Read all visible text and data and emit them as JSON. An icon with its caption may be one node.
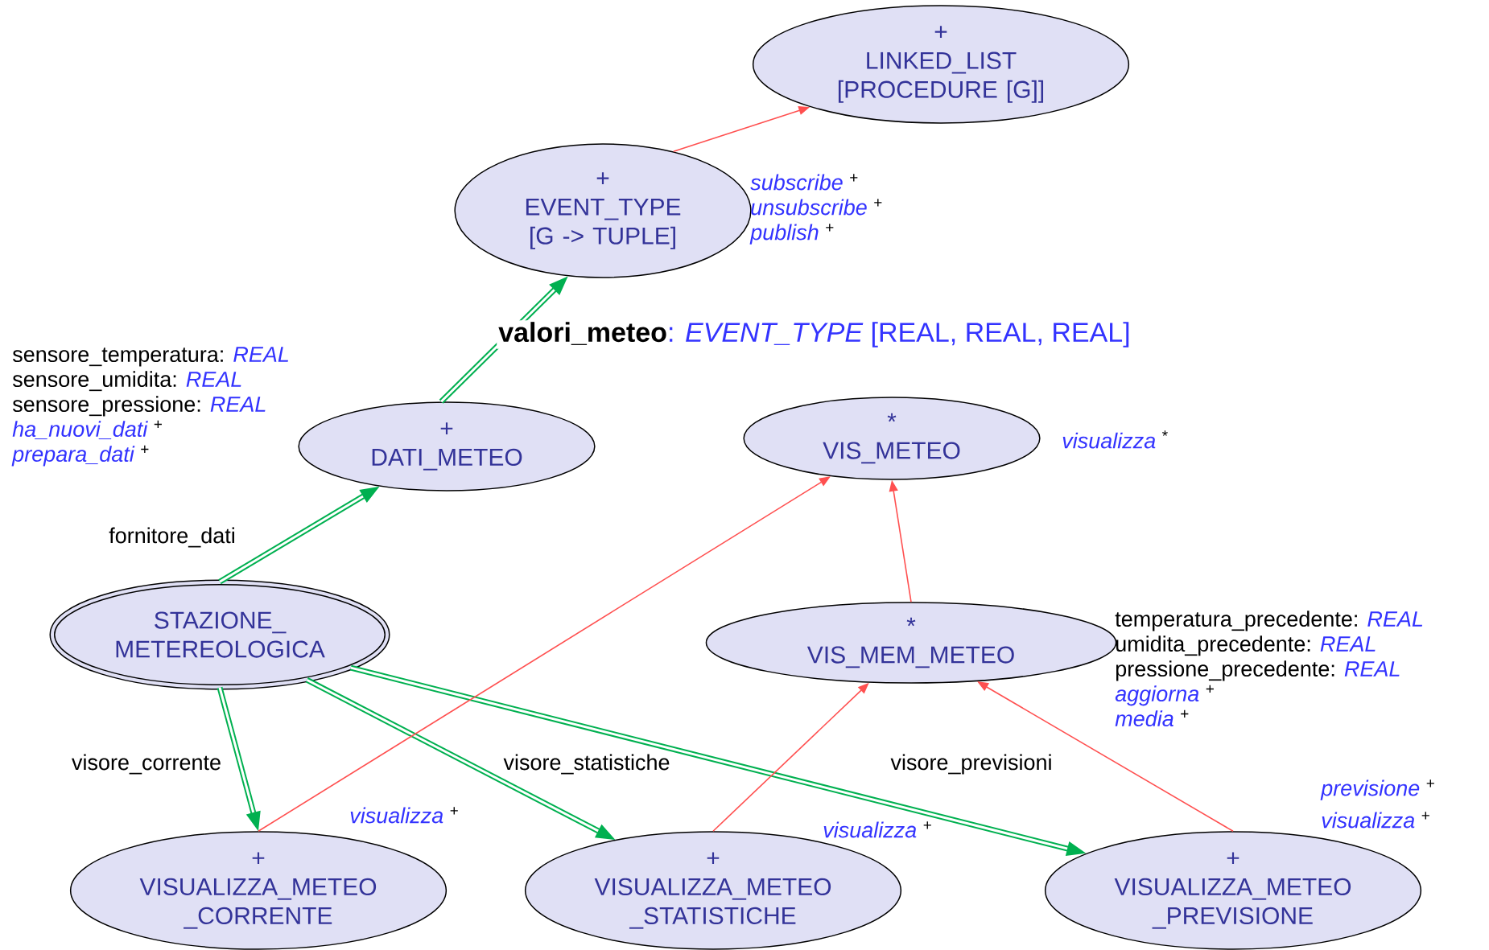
{
  "diagram": {
    "nodes": [
      {
        "text": [
          "+",
          "LINKED_LIST [PROCEDURE [G]]"
        ]
      },
      {
        "text": [
          "+",
          "EVENT_TYPE [G -> TUPLE]"
        ],
        "beside": [
          "*subscribe* $^{+}$",
          "*unsubscribe* $^{+}$",
          "*publish* $^{+}$"
        ]
      },
      {
        "text": [
          "+",
          "DATI_METEO"
        ],
        "beside": [
          "sensore_temperatura: *REAL*",
          "sensore_umidita: *REAL*",
          "sensore_pressione: *REAL*",
          "*ha_nuovi_dati* $^{+}$",
          "*prepara_dati* $^{+}$"
        ]
      },
      {
        "text": [
          "*",
          "VIS_METEO"
        ],
        "beside": [
          "*visualizza* $^{*}$"
        ]
      },
      {
        "text": [
          "STAZIONE_ METEREOLOGICA"
        ]
      },
      {
        "text": [
          "*",
          "VIS_MEM_METEO"
        ],
        "beside": [
          "temperatura_precedente: *REAL*",
          "umidita_precedente: *REAL*",
          "pressione_precedente: *REAL*",
          "*aggiorna* $^{+}$",
          "*media* $^{+}$"
        ]
      },
      {
        "text": [
          "+",
          "VISUALIZZA_METEO _CORRENTE"
        ],
        "beside": [
          "*visualizza* $^{+}$"
        ]
      },
      {
        "text": [
          "+",
          "VISUALIZZA_METEO _STATISTICHE"
        ],
        "beside": [
          "*visualizza* $^{+}$"
        ]
      },
      {
        "text": [
          "+",
          "VISUALIZZA_METEO _PREVISIONE"
        ],
        "beside": [
          "*previsione* $^{+}$",
          "*visualizza* $^{+}$"
        ]
      }
    ],
    "edges": [
      {
        "from": 1,
        "to": 0,
        "arrow": "to",
        "color": "#ff5050"
      },
      {
        "from": 2,
        "to": 1,
        "arrow": "to",
        "style": "thick",
        "color": "#00b050",
        "label": "**valori_meteo**: *EVENT_TYPE* [REAL, REAL, REAL]"
      },
      {
        "from": 4,
        "to": 2,
        "arrow": "to",
        "style": "thick",
        "color": "#00b050",
        "label": "fornitore_dati"
      },
      {
        "from": 4,
        "to": 6,
        "arrow": "to",
        "style": "thick",
        "color": "#00b050",
        "label": "visore_corrente"
      },
      {
        "from": 4,
        "to": 7,
        "arrow": "to",
        "style": "thick",
        "color": "#00b050",
        "label": "visore_statistiche"
      },
      {
        "from": 4,
        "to": 8,
        "arrow": "to",
        "style": "thick",
        "color": "#00b050",
        "label": "visore_previsioni"
      },
      {
        "from": 6,
        "to": 3,
        "arrow": "to",
        "color": "#ff5050"
      },
      {
        "from": 5,
        "to": 3,
        "arrow": "to",
        "color": "#ff5050"
      },
      {
        "from": 7,
        "to": 5,
        "arrow": "to",
        "color": "#ff5050"
      },
      {
        "from": 8,
        "to": 5,
        "arrow": "to",
        "color": "#ff5050"
      }
    ]
  }
}
